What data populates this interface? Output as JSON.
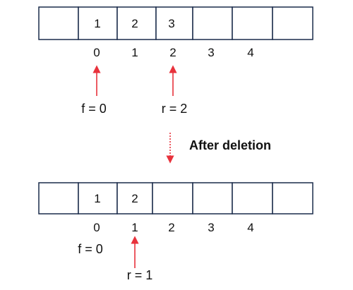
{
  "colors": {
    "border": "#1a2b4a",
    "arrow": "#e8323c",
    "text": "#111111"
  },
  "before": {
    "cells": [
      "",
      "1",
      "2",
      "3",
      "",
      "",
      ""
    ],
    "indices": [
      "0",
      "1",
      "2",
      "3",
      "4"
    ],
    "front_label": "f = 0",
    "rear_label": "r = 2",
    "front_index": 0,
    "rear_index": 2
  },
  "transition": {
    "caption": "After deletion"
  },
  "after": {
    "cells": [
      "",
      "1",
      "2",
      "",
      "",
      "",
      ""
    ],
    "indices": [
      "0",
      "1",
      "2",
      "3",
      "4"
    ],
    "front_label": "f = 0",
    "rear_label": "r = 1",
    "rear_index": 1
  }
}
